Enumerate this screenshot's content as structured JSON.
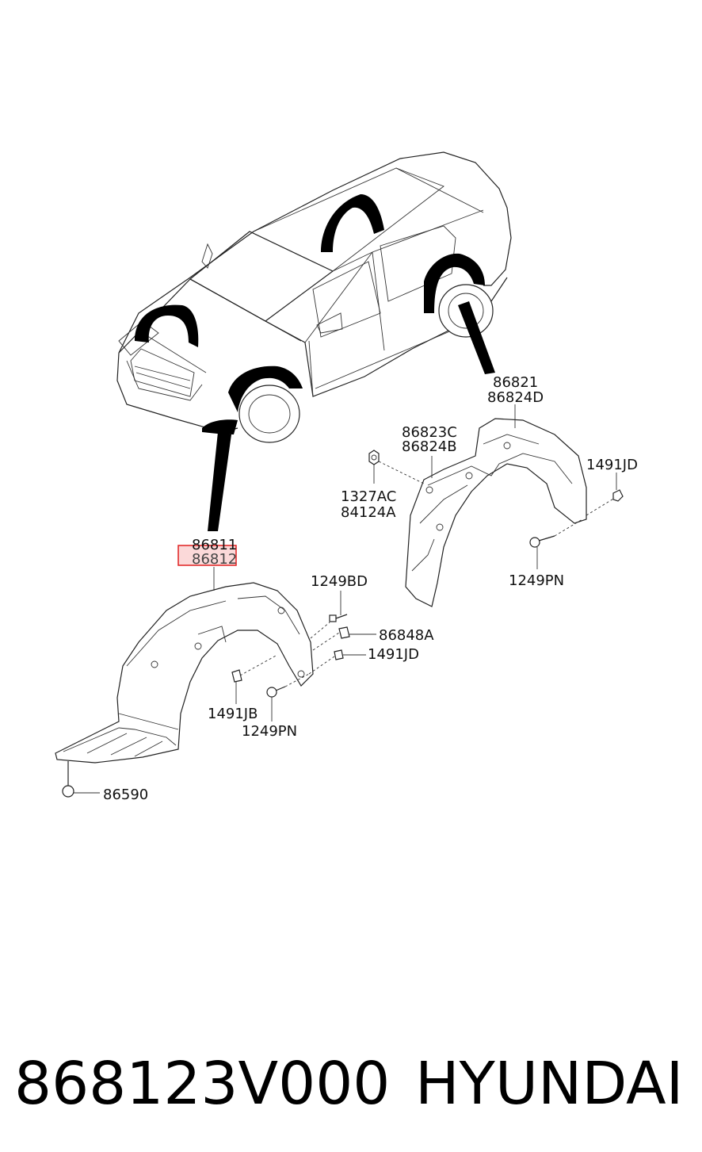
{
  "labels": {
    "top_rear_1": "86821",
    "top_rear_2": "86824D",
    "rear_left_1": "86823C",
    "rear_left_2": "86824B",
    "nut_1": "1327AC",
    "nut_2": "84124A",
    "rear_clip": "1491JD",
    "rear_screw": "1249PN",
    "front_1": "86811",
    "front_2": "86812",
    "bolt": "1249BD",
    "nut_clip": "86848A",
    "front_clip": "1491JD",
    "front_clip_b": "1491JB",
    "front_screw": "1249PN",
    "bottom_clip": "86590"
  },
  "footer": {
    "part_number": "868123V000",
    "brand": "HYUNDAI"
  },
  "colors": {
    "highlight": "#e02020",
    "highlight_fill": "#fbd9d9",
    "line": "#222222"
  }
}
